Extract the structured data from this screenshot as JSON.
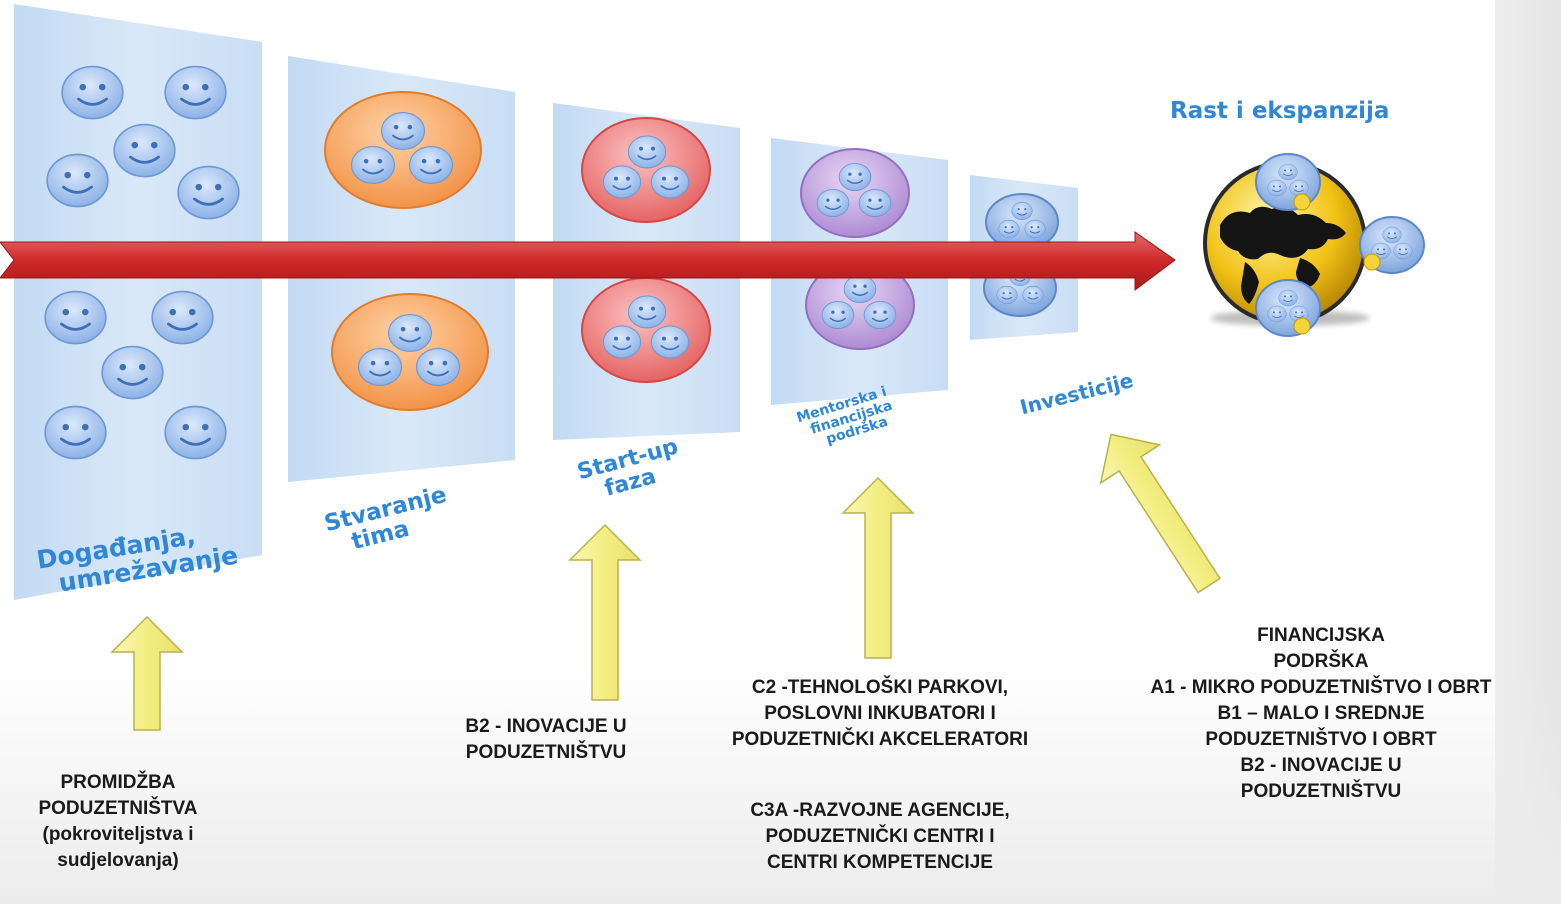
{
  "stages": [
    {
      "line1": "Događanja,",
      "line2": "umrežavanje"
    },
    {
      "line1": "Stvaranje",
      "line2": "tima"
    },
    {
      "line1": "Start-up",
      "line2": "faza"
    },
    {
      "line1": "Mentorska i",
      "line2": "financijska",
      "line3": "podrška"
    },
    {
      "line1": "Investicije"
    }
  ],
  "growth_title": "Rast i ekspanzija",
  "captions": {
    "promo": {
      "line1": "PROMIDŽBA",
      "line2": "PODUZETNIŠTVA",
      "line3": "(pokroviteljstva i",
      "line4": "sudjelovanja)"
    },
    "b2": {
      "line1": "B2 - INOVACIJE U",
      "line2": "PODUZETNIŠTVU"
    },
    "c2": {
      "line1": "C2 -TEHNOLOŠKI PARKOVI,",
      "line2": "POSLOVNI INKUBATORI I",
      "line3": "PODUZETNIČKI AKCELERATORI"
    },
    "c3a": {
      "line1": "C3A -RAZVOJNE AGENCIJE,",
      "line2": "PODUZETNIČKI CENTRI I",
      "line3": "CENTRI KOMPETENCIJE"
    },
    "fin": {
      "line1": "FINANCIJSKA",
      "line2": "PODRŠKA",
      "line3": "A1 - MIKRO PODUZETNIŠTVO I OBRT",
      "line4": "B1 – MALO I SREDNJE",
      "line5": "PODUZETNIŠTVO I OBRT",
      "line6": "B2 - INOVACIJE U",
      "line7": "PODUZETNIŠTVU"
    }
  },
  "colors": {
    "panel": "#c9def4",
    "timeline_arrow": "#cf2f2f",
    "support_arrow": "#f4f29a",
    "label_blue": "#2f87d6",
    "blue_face": "#a9c7ef",
    "orange_group": "#f7a860",
    "red_group": "#f07c7c",
    "purple_group": "#c6a6e0",
    "globe": "#f0c419"
  },
  "icons": [
    "smiley-icon",
    "team-group-icon",
    "globe-icon",
    "support-arrow-icon",
    "timeline-arrow-icon"
  ]
}
